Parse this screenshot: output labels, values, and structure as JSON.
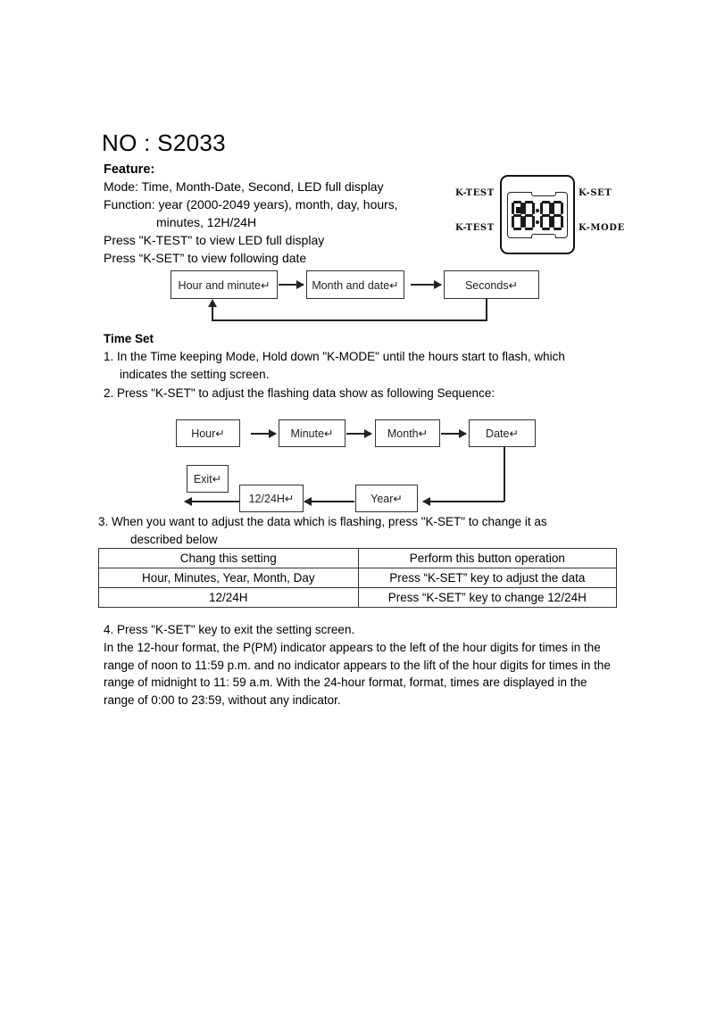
{
  "document": {
    "title": "NO : S2033",
    "feature_heading": "Feature:",
    "feature_lines": [
      "Mode: Time, Month-Date, Second, LED full display",
      "Function: year (2000-2049 years), month, day, hours,",
      "minutes, 12H/24H",
      "Press \"K-TEST\" to view LED full display",
      "Press “K-SET” to view following date"
    ]
  },
  "device": {
    "label_top_left": "K-TEST",
    "label_bottom_left": "K-TEST",
    "label_top_right": "K-SET",
    "label_bottom_right": "K-MODE",
    "display_digits": [
      "8",
      "8",
      "8",
      "8"
    ]
  },
  "view_flow": {
    "boxes": [
      "Hour and minute↵",
      "Month and date↵",
      "Seconds↵"
    ]
  },
  "time_set": {
    "heading": "Time Set",
    "step1": "1. In the Time keeping Mode, Hold down \"K-MODE\" until the hours start to flash, which",
    "step1_cont": "indicates the setting screen.",
    "step2": "2. Press \"K-SET\" to adjust the flashing data show as following Sequence:",
    "step3": "3. When you want to adjust the data which is flashing, press \"K-SET\" to change it as",
    "step3_cont": "described below"
  },
  "set_flow": {
    "boxes_row1": [
      "Hour↵",
      "Minute↵",
      "Month↵",
      "Date↵"
    ],
    "boxes_row2": [
      "Exit↵",
      "12/24H↵",
      "Year↵"
    ]
  },
  "table": {
    "headers": [
      "Chang this setting",
      "Perform this button operation"
    ],
    "rows": [
      [
        "Hour, Minutes, Year, Month, Day",
        "Press “K-SET” key to adjust the data"
      ],
      [
        "12/24H",
        "Press “K-SET” key to change 12/24H"
      ]
    ]
  },
  "closing": {
    "step4": "4. Press \"K-SET\" key to exit the setting screen.",
    "paragraph": "In the 12-hour format, the P(PM) indicator appears to the left of the hour digits for times in the range of noon to 11:59 p.m. and no indicator appears to the lift of the hour digits for times in the range of midnight to 11: 59 a.m. With the 24-hour format, format, times are displayed in the range of 0:00 to 23:59, without any indicator."
  }
}
